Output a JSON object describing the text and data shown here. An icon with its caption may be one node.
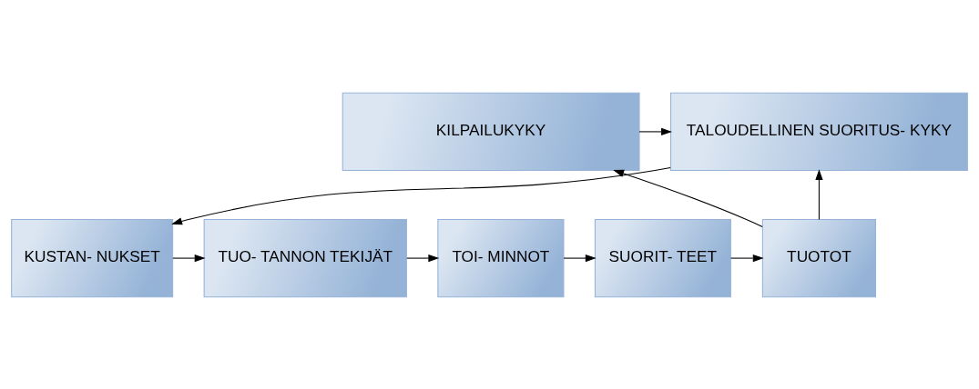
{
  "diagram": {
    "nodes": [
      {
        "text": [
          "TALOUDELLINEN SUORITUS- KYKY"
        ]
      },
      {
        "text": [
          "KILPAILUKYKY"
        ]
      },
      {
        "text": [
          "KUSTAN- NUKSET"
        ]
      },
      {
        "text": [
          "TUO- TANNON TEKIJÄT"
        ]
      },
      {
        "text": [
          "TOI- MINNOT"
        ]
      },
      {
        "text": [
          "SUORIT- TEET"
        ]
      },
      {
        "text": [
          "TUOTOT"
        ]
      }
    ],
    "edges": [
      {
        "from": 1,
        "to": 0,
        "arrow": "to"
      },
      {
        "from": 6,
        "to": 0,
        "arrow": "to"
      },
      {
        "from": 0,
        "to": 2,
        "arrow": "to"
      },
      {
        "from": 2,
        "to": 3,
        "arrow": "to"
      },
      {
        "from": 3,
        "to": 4,
        "arrow": "to"
      },
      {
        "from": 4,
        "to": 5,
        "arrow": "to"
      },
      {
        "from": 5,
        "to": 6,
        "arrow": "to"
      },
      {
        "from": 6,
        "to": 1,
        "arrow": "to"
      }
    ]
  }
}
